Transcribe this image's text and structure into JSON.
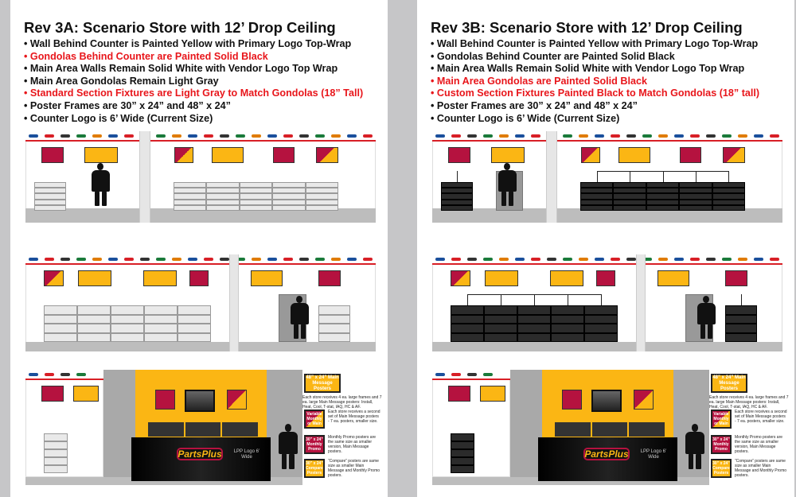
{
  "panels": [
    {
      "id": "3a",
      "title": "Rev 3A: Scenario Store with 12’ Drop Ceiling",
      "gondola_color": "#e9e9e9",
      "gondola_line": "#9a9a9a",
      "bullets": [
        {
          "text": "• Wall Behind Counter is Painted Yellow with Primary Logo Top-Wrap",
          "highlight": false
        },
        {
          "text": "• Gondolas Behind Counter are Painted Solid Black",
          "highlight": true
        },
        {
          "text": "• Main Area Walls Remain Solid White with Vendor Logo Top Wrap",
          "highlight": false
        },
        {
          "text": "• Main Area Gondolas Remain Light Gray",
          "highlight": false
        },
        {
          "text": "• Standard Section Fixtures are Light Gray to Match Gondolas (18” Tall)",
          "highlight": true
        },
        {
          "text": "• Poster Frames are 30” x 24” and 48” x 24”",
          "highlight": false
        },
        {
          "text": "• Counter Logo is 6’ Wide (Current Size)",
          "highlight": false
        }
      ]
    },
    {
      "id": "3b",
      "title": "Rev 3B: Scenario Store with 12’ Drop Ceiling",
      "gondola_color": "#2b2b2b",
      "gondola_line": "#000000",
      "bullets": [
        {
          "text": "• Wall Behind Counter is Painted Yellow with Primary Logo Top-Wrap",
          "highlight": false
        },
        {
          "text": "• Gondolas Behind Counter are Painted Solid Black",
          "highlight": false
        },
        {
          "text": "• Main Area Walls Remain Solid White with Vendor Logo Top Wrap",
          "highlight": false
        },
        {
          "text": "• Main Area Gondolas are Painted Solid Black",
          "highlight": true
        },
        {
          "text": "• Custom Section Fixtures Painted Black to Match Gondolas (18” tall)",
          "highlight": true
        },
        {
          "text": "• Poster Frames are 30” x 24” and 48” x 24”",
          "highlight": false
        },
        {
          "text": "• Counter Logo is 6’ Wide (Current Size)",
          "highlight": false
        }
      ]
    }
  ],
  "counter": {
    "logo": "PartsPlus",
    "logo_note": "LPP Logo 6’ Wide"
  },
  "legend": [
    {
      "box": "48” x 24” Main Message Posters",
      "style": "yel",
      "text": "Each store receives 4 ea. large frames and 7 ea. large Main Message posters: Install, Heat, Cool, T-stat, IAQ, HC & AF."
    },
    {
      "box": "Variable Monthly or Main",
      "style": "diag",
      "text": "Each store receives a second set of Main Message posters - 7 ea. posters, smaller size."
    },
    {
      "box": "30” x 24” Monthly Promo",
      "style": "red",
      "text": "Monthly Promo posters are the same size as smaller version, Main Message posters."
    },
    {
      "box": "30” x 24” Compare Posters",
      "style": "yel",
      "text": "“Compare” posters are same size as smaller Main Message and Monthly Promo posters."
    }
  ],
  "colors": {
    "red": "#e8161b",
    "yellow": "#fbb614",
    "crimson": "#b5123f",
    "background": "#c6c6c8"
  }
}
